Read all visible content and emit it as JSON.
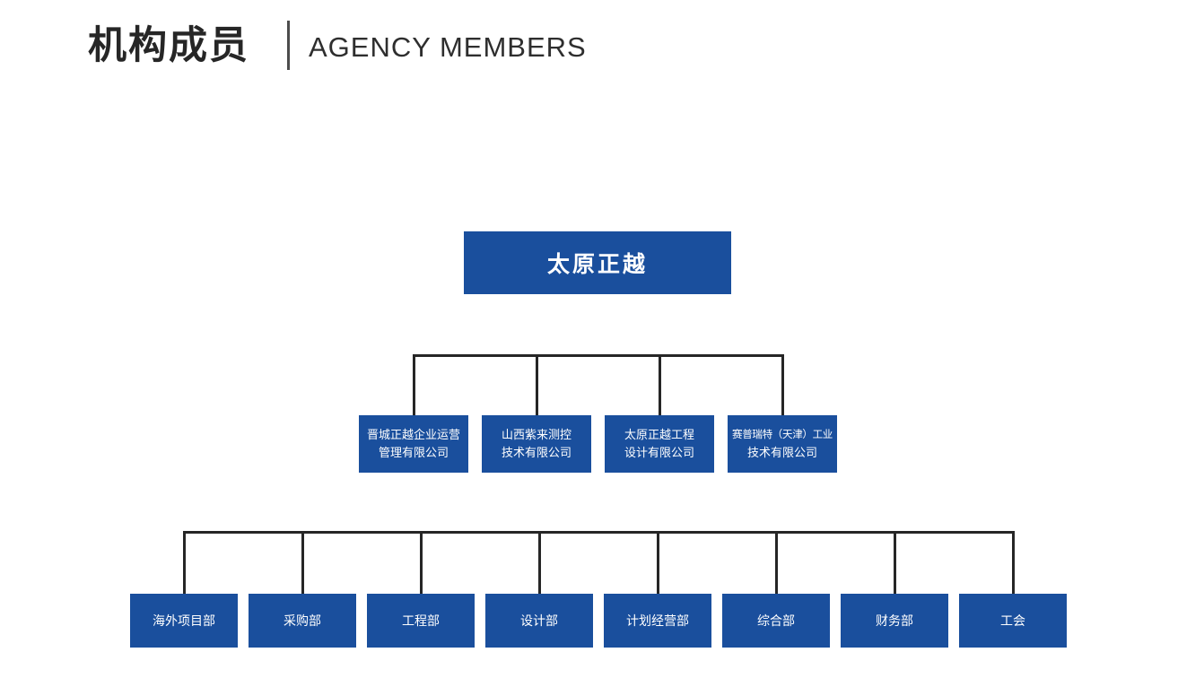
{
  "header": {
    "title_cn": "机构成员",
    "title_en": "AGENCY MEMBERS"
  },
  "colors": {
    "node_blue": "#1a4f9d",
    "connector_dark": "#262626",
    "title_text": "#262626",
    "node_text": "#ffffff",
    "divider_gray": "#4d4d4d",
    "background": "#ffffff"
  },
  "org_chart": {
    "root": {
      "label": "太原正越"
    },
    "companies": [
      {
        "line1": "晋城正越企业运营",
        "line2": "管理有限公司"
      },
      {
        "line1": "山西紫来测控",
        "line2": "技术有限公司"
      },
      {
        "line1": "太原正越工程",
        "line2": "设计有限公司"
      },
      {
        "line1": "赛普瑞特（天津）工业",
        "line2": "技术有限公司"
      }
    ],
    "departments": [
      {
        "label": "海外项目部"
      },
      {
        "label": "采购部"
      },
      {
        "label": "工程部"
      },
      {
        "label": "设计部"
      },
      {
        "label": "计划经营部"
      },
      {
        "label": "综合部"
      },
      {
        "label": "财务部"
      },
      {
        "label": "工会"
      }
    ]
  }
}
